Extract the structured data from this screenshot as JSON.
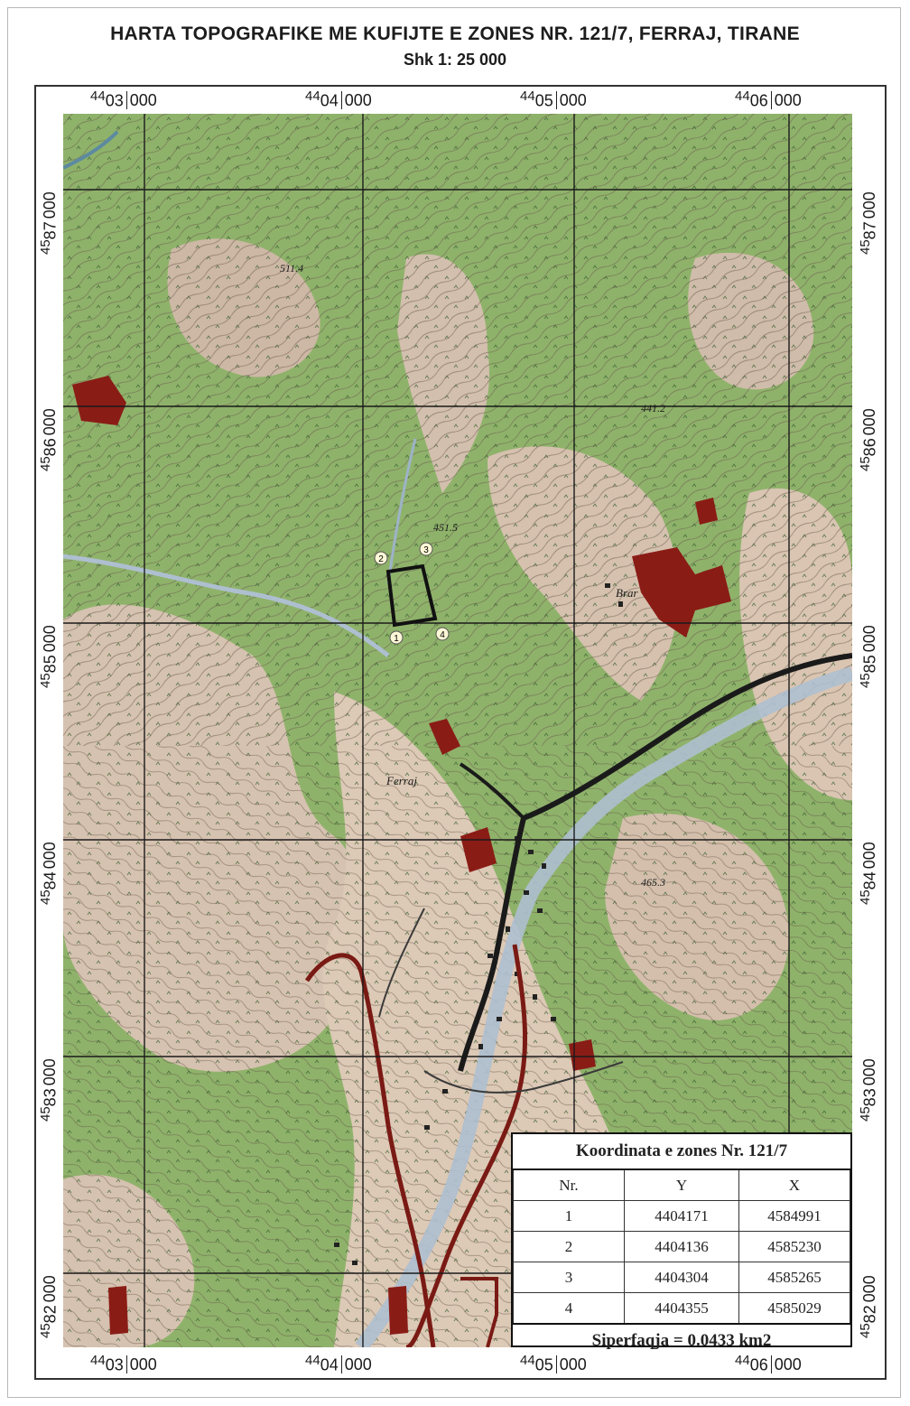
{
  "header": {
    "title": "HARTA TOPOGRAFIKE ME KUFIJTE E ZONES NR. 121/7, FERRAJ, TIRANE",
    "scale": "Shk 1: 25 000"
  },
  "grid": {
    "x_ticks": [
      {
        "prefix": "44",
        "value": "03",
        "suffix": "000"
      },
      {
        "prefix": "44",
        "value": "04",
        "suffix": "000"
      },
      {
        "prefix": "44",
        "value": "05",
        "suffix": "000"
      },
      {
        "prefix": "44",
        "value": "06",
        "suffix": "000"
      }
    ],
    "y_ticks": [
      {
        "prefix": "45",
        "value": "87",
        "suffix": "000"
      },
      {
        "prefix": "45",
        "value": "86",
        "suffix": "000"
      },
      {
        "prefix": "45",
        "value": "85",
        "suffix": "000"
      },
      {
        "prefix": "45",
        "value": "84",
        "suffix": "000"
      },
      {
        "prefix": "45",
        "value": "83",
        "suffix": "000"
      },
      {
        "prefix": "45",
        "value": "82",
        "suffix": "000"
      }
    ]
  },
  "map": {
    "labels": {
      "ferraj": "Ferraj",
      "brar": "Brar",
      "peak1": "451.5",
      "peak2": "465.3",
      "peak3": "441.2",
      "peak4": "511.4"
    },
    "vertex_labels": [
      "1",
      "2",
      "3",
      "4"
    ],
    "colors": {
      "vegetation": "#8fb26b",
      "open_land": "#d6c2b0",
      "settlement": "#8a1c16",
      "road": "#7a1a14",
      "main_road": "#1a1a1a",
      "river": "#aebfd0",
      "contour": "#6a5a4a",
      "grid": "#1b1b1b"
    }
  },
  "coordinates_table": {
    "caption": "Koordinata e zones Nr. 121/7",
    "headers": [
      "Nr.",
      "Y",
      "X"
    ],
    "rows": [
      [
        "1",
        "4404171",
        "4584991"
      ],
      [
        "2",
        "4404136",
        "4585230"
      ],
      [
        "3",
        "4404304",
        "4585265"
      ],
      [
        "4",
        "4404355",
        "4585029"
      ]
    ],
    "area": "Siperfaqja = 0.0433 km2"
  }
}
